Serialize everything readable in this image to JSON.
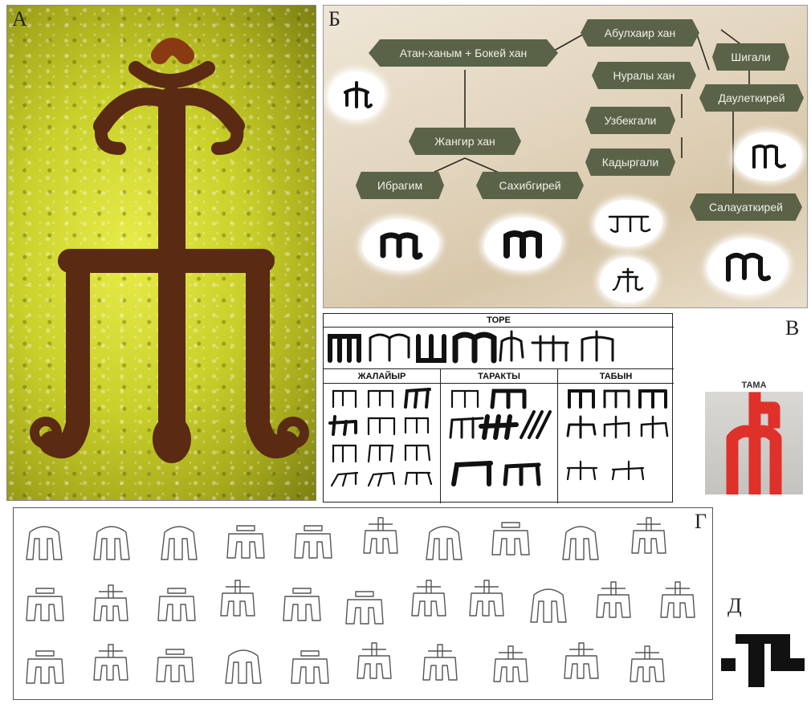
{
  "panels": {
    "a": {
      "letter": "А"
    },
    "b": {
      "letter": "Б",
      "nodes": {
        "abulkhair": "Абулхаир хан",
        "atan_bokei": "Атан-ханым + Бокей хан",
        "shigali": "Шигали",
        "nuraly": "Нуралы хан",
        "dauletkirei": "Даулеткирей",
        "uzbekgali": "Узбекгали",
        "zhangir": "Жангир хан",
        "kadyrgali": "Кадыргали",
        "ibragim": "Ибрагим",
        "sakhibgirei": "Сахибгирей",
        "salauatkirei": "Салауаткирей"
      }
    },
    "tore_table": {
      "header": "ТОРЕ",
      "columns": [
        "ЖАЛАЙЫР",
        "ТАРАКТЫ",
        "ТАБЫН"
      ]
    },
    "v": {
      "letter": "В",
      "photo_label": "ТАМА"
    },
    "g": {
      "letter": "Г"
    },
    "d": {
      "letter": "Д"
    }
  },
  "colors": {
    "node_fill": "#5a6348",
    "tama_red": "#e0302a",
    "stone_yellow": "#d7dc3a",
    "carving_dark": "#5a2a12"
  }
}
